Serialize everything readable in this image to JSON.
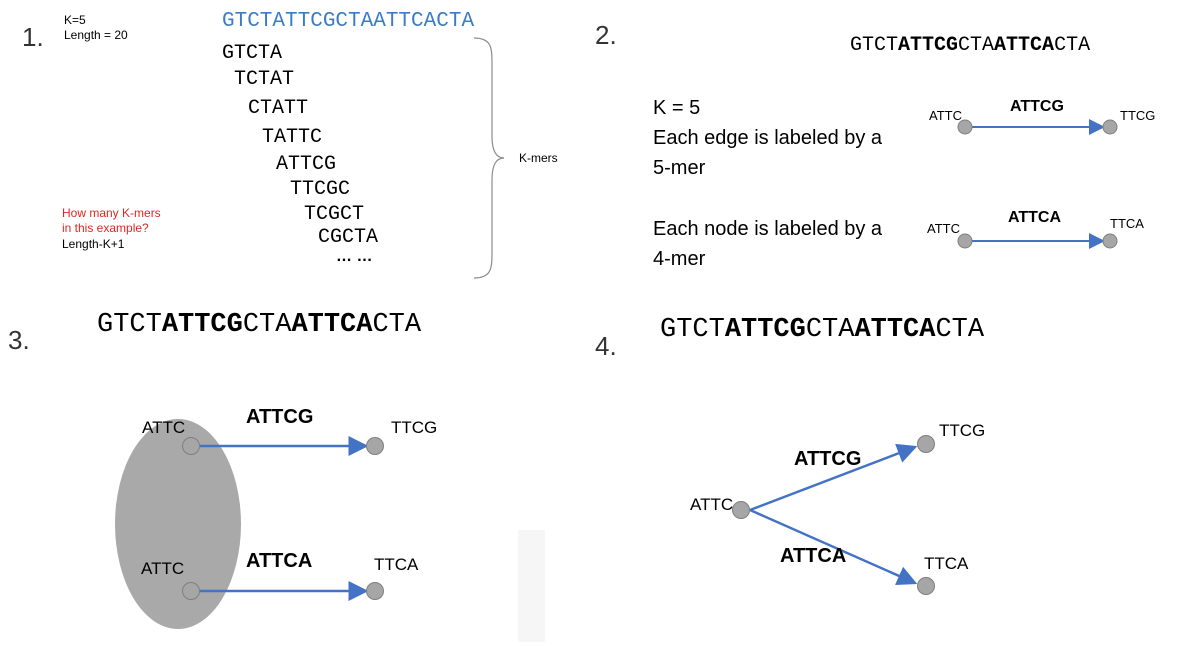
{
  "panel1": {
    "number": "1.",
    "k_label": "K=5",
    "length_label": "Length = 20",
    "sequence": "GTCTATTCGCTAATTCACTA",
    "kmers": [
      "GTCTA",
      "TCTAT",
      "CTATT",
      "TATTC",
      "ATTCG",
      "TTCGC",
      "TCGCT",
      "CGCTA"
    ],
    "ellipsis": "…  …",
    "brace_label": "K-mers",
    "question_line1": "How many K-mers",
    "question_line2": "in this example?",
    "answer": "Length-K+1",
    "colors": {
      "sequence": "#3b7dc4",
      "question": "#e0281e"
    }
  },
  "panel2": {
    "number": "2.",
    "seq_parts": [
      "GTCT",
      "ATTCG",
      "CTA",
      "ATTCA",
      "CTA"
    ],
    "k_text": "K = 5",
    "edge_text_1": "Each edge is labeled by a",
    "edge_text_2": "5-mer",
    "node_text_1": "Each node is labeled by a",
    "node_text_2": "4-mer",
    "graph1": {
      "source": "ATTC",
      "edge": "ATTCG",
      "target": "TTCG"
    },
    "graph2": {
      "source": "ATTC",
      "edge": "ATTCA",
      "target": "TTCA"
    }
  },
  "panel3": {
    "number": "3.",
    "seq_parts": [
      "GTCT",
      "ATTCG",
      "CTA",
      "ATTCA",
      "CTA"
    ],
    "graph1": {
      "source": "ATTC",
      "edge": "ATTCG",
      "target": "TTCG"
    },
    "graph2": {
      "source": "ATTC",
      "edge": "ATTCA",
      "target": "TTCA"
    }
  },
  "panel4": {
    "number": "4.",
    "seq_parts": [
      "GTCT",
      "ATTCG",
      "CTA",
      "ATTCA",
      "CTA"
    ],
    "source": "ATTC",
    "edge_top": "ATTCG",
    "target_top": "TTCG",
    "edge_bottom": "ATTCA",
    "target_bottom": "TTCA"
  },
  "colors": {
    "arrow": "#4472c4",
    "node": "#a6a6a6",
    "node_stroke": "#7f7f7f",
    "ellipse": "#a9a9a9"
  }
}
